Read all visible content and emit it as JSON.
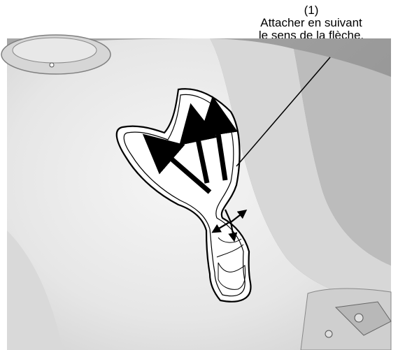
{
  "callout": {
    "number": "(1)",
    "text": "Attacher en suivant\nle sens de la flèche."
  },
  "colors": {
    "frame": "#9a9a9a",
    "tank_light": "#eeeeee",
    "tank_shade": "#c9c9c9",
    "pad_fill": "#ffffff",
    "arrow": "#000000"
  },
  "icons": [
    "leader-line",
    "direction-arrow",
    "spread-arrow"
  ]
}
